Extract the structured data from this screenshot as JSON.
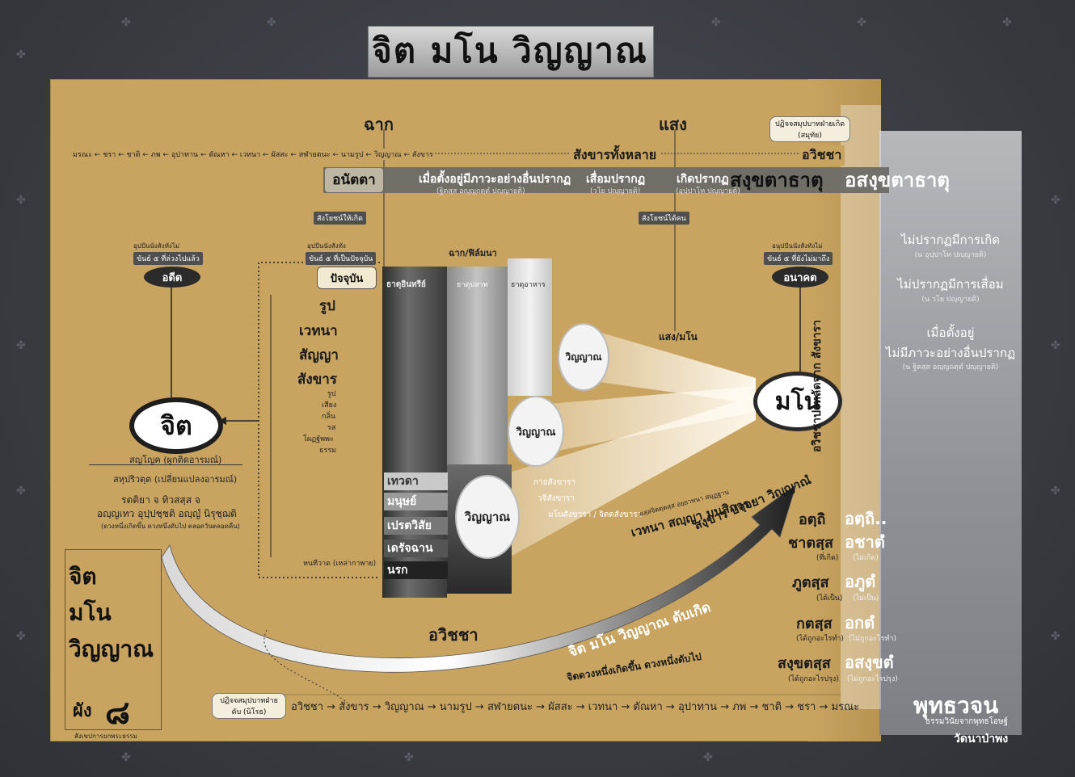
{
  "title": "จิต มโน วิญญาณ",
  "top_labels": {
    "screen": "ฉาก",
    "light": "แสง"
  },
  "asamkhata_badge": "ปฏิจจสมุปบาทฝ่ายเกิด (สมุทัย)",
  "chain_top": "มรณะ ← ชรา ← ชาติ ← ภพ ← อุปาทาน ← ตัณหา ← เวทนา ← ผัสสะ ← สฬายตนะ ← นามรูป ← วิญญาณ ← สังขาร",
  "sankhara_all": "สังขารทั้งหลาย",
  "avijja_top": "อวิชชา",
  "band": {
    "anatta": "อนัตตา",
    "change": "เมื่อตั้งอยู่มีภาวะอย่างอื่นปรากฏ",
    "change_pali": "(ฐิตสฺส อญฺญถตฺตํ ปญฺญายติ)",
    "decay": "เสื่อมปรากฏ",
    "decay_pali": "(วโย ปญฺญายติ)",
    "arise": "เกิดปรากฏ",
    "arise_pali": "(อุปฺปาโท ปญฺญายติ)",
    "sankhata": "สงฺขตาธาตุ",
    "asankhata": "อสงฺขตาธาตุ"
  },
  "side_panel": {
    "l1": "ไม่ปรากฏมีการเกิด",
    "l1_pali": "(น อุปฺปาโท ปญฺญายติ)",
    "l2": "ไม่ปรากฏมีการเสื่อม",
    "l2_pali": "(น วโย ปญฺญายติ)",
    "l3a": "เมื่อตั้งอยู่",
    "l3b": "ไม่มีภาวะอย่างอื่นปรากฏ",
    "l3_pali": "(น ฐิตสฺส อญฺญถตฺตํ ปญฺญายติ)"
  },
  "time": {
    "past_note": "อุปปันนังสังทังไม่",
    "past_badge": "ขันธ์ ๕ ที่ล่วงไปแล้ว",
    "past": "อดีต",
    "present_note": "อุปปันนังสังทัง",
    "present_badge": "ขันธ์ ๕ ที่เป็นปัจจุบัน",
    "present": "ปัจจุบัน",
    "future_note": "อนุปปันนังสังทังไม่",
    "future_badge": "ขันธ์ ๕ ที่ยังไม่มาถึง",
    "future": "อนาคต",
    "lbl1": "สังโยชน์ให้เกิด",
    "lbl2": "สังโยชน์ได้คน"
  },
  "khandha": [
    "รูป",
    "เวทนา",
    "สัญญา",
    "สังขาร"
  ],
  "senses": [
    "รูป",
    "เสียง",
    "กลิ่น",
    "รส",
    "โผฏฐัพพะ",
    "ธรรม"
  ],
  "jit": "จิต",
  "mano": "มโน",
  "screen_film": "ฉาก/ฟิล์มนา",
  "light_mano": "แสง/มโน",
  "left_texts": {
    "a": "สญโญค (ผูกติดอารมณ์)",
    "b": "สหุปริวตฺต (เปลี่ยนแปลงอารมณ์)",
    "c1": "รตติยา จ ทิวสสฺส จ",
    "c2": "อญฺญเทว อุปฺปชฺชติ อญฺญํ นิรุชฺฌติ",
    "c3": "(ดวงหนึ่งเกิดขึ้น ดวงหนึ่งดับไป ตลอดวันตลอดคืน)"
  },
  "tower": {
    "dhatu1": "ธาตุอินทรีย์",
    "dhatu2": "ธาตุปสาท",
    "dhatu3": "ธาตุอาหาร",
    "realms": [
      "เทวดา",
      "มนุษย์",
      "เปรตวิสัย",
      "เดรัจฉาน",
      "นรก"
    ],
    "vinnana": "วิญญาณ",
    "avijja_note": "หนทีวาด (เหล่ากาพาย)"
  },
  "cone_text": {
    "a": "กายสังขารา",
    "b": "วจีสังขารา",
    "c": "มโนสังขารา / จิตตสังขารา"
  },
  "diag": {
    "l1": "เวทนา สญฺญา มนสิการ",
    "l2": "สงฺขาร ปจฺจยา วิญฺญาณํ",
    "l1_small": "ผสฺสจิตตฺตสฺส อยฺยาทนา สมุฏฐาน"
  },
  "arc": {
    "text": "จิต มโน วิญญาณ ดับเกิด",
    "avijja": "อวิชชา",
    "sub": "จิตดวงหนึ่งเกิดขึ้น ดวงหนึ่งดับไป"
  },
  "vertical_right": "อวิชชาปรหลัดจาก สังขารา",
  "right_col": [
    {
      "th": "อตฺถิ",
      "pali": "อตฺถิ.."
    },
    {
      "th": "ชาตสฺส",
      "pali": "อชาตํ",
      "sub_th": "(ที่เกิด)",
      "sub_pali": "(ไม่เกิด)"
    },
    {
      "th": "ภูตสฺส",
      "pali": "อภูตํ",
      "sub_th": "(ได้เป็น)",
      "sub_pali": "(ไม่เป็น)"
    },
    {
      "th": "กตสฺส",
      "pali": "อกตํ",
      "sub_th": "(ได้ถูกอะไรทำ)",
      "sub_pali": "(ไม่ถูกอะไรทำ)"
    },
    {
      "th": "สงฺขตสฺส",
      "pali": "อสงฺขตํ",
      "sub_th": "(ได้ถูกอะไรปรุง)",
      "sub_pali": "(ไม่ถูกอะไรปรุง)"
    }
  ],
  "nirodha_badge": "ปฏิจจสมุปบาทฝ่ายดับ (นิโรธ)",
  "chain_bottom": "อวิชชา → สังขาร → วิญญาณ → นามรูป → สฬายตนะ → ผัสสะ → เวทนา → ตัณหา → อุปาทาน → ภพ → ชาติ → ชรา → มรณะ",
  "legend": {
    "l1": "จิต",
    "l2": "มโน",
    "l3": "วิญญาณ",
    "l4": "ผัง",
    "l5": "๘",
    "note": "สังเขปการยกพระธรรม"
  },
  "source": {
    "title": "พุทธวจน",
    "sub": "ธรรมวินัยจากพุทธโอษฐ์",
    "temple": "วัดนาป่าพง"
  },
  "colors": {
    "board": "#c9a461",
    "panel": "#9a9ca1",
    "background": "#3a3c42"
  }
}
